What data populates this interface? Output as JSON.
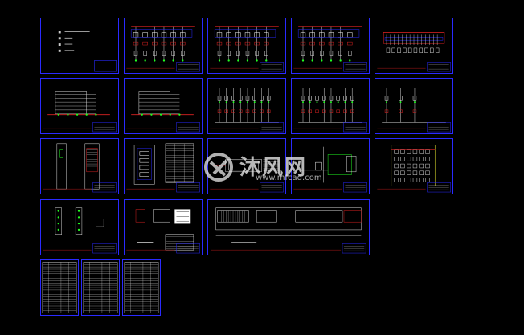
{
  "watermark": {
    "brand": "沐风网",
    "url": "www.mfcad.com"
  },
  "sheets": [
    {
      "id": "s01",
      "kind": "cover"
    },
    {
      "id": "s02",
      "kind": "schematic"
    },
    {
      "id": "s03",
      "kind": "schematic"
    },
    {
      "id": "s04",
      "kind": "schematic"
    },
    {
      "id": "s05",
      "kind": "schematic"
    },
    {
      "id": "s06",
      "kind": "wiring"
    },
    {
      "id": "s07",
      "kind": "wiring"
    },
    {
      "id": "s08",
      "kind": "control-circuit"
    },
    {
      "id": "s09",
      "kind": "control-circuit"
    },
    {
      "id": "s10",
      "kind": "control-circuit"
    },
    {
      "id": "s11",
      "kind": "cabinet-layout"
    },
    {
      "id": "s12",
      "kind": "panel-and-table"
    },
    {
      "id": "s13",
      "kind": "cabinet-drawing"
    },
    {
      "id": "s14",
      "kind": "terminal-diagram"
    },
    {
      "id": "s15",
      "kind": "terminal-grid"
    },
    {
      "id": "s16",
      "kind": "component-layout"
    },
    {
      "id": "s17",
      "kind": "panel-and-table"
    },
    {
      "id": "s18",
      "kind": "layout-plan"
    },
    {
      "id": "s19",
      "kind": "parts-list"
    },
    {
      "id": "s20",
      "kind": "parts-list"
    },
    {
      "id": "s21",
      "kind": "parts-list"
    }
  ]
}
